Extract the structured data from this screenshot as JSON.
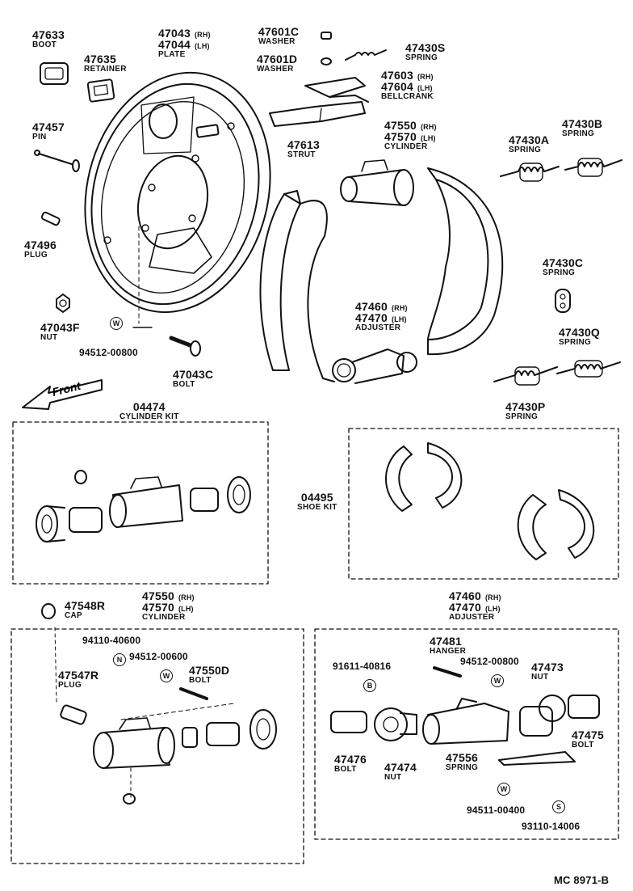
{
  "parts": [
    {
      "key": "boot",
      "lines": [
        {
          "pn": "47633"
        }
      ],
      "name": "BOOT"
    },
    {
      "key": "retainer",
      "lines": [
        {
          "pn": "47635"
        }
      ],
      "name": "RETAINER"
    },
    {
      "key": "plate",
      "lines": [
        {
          "pn": "47043",
          "side": "(RH)"
        },
        {
          "pn": "47044",
          "side": "(LH)"
        }
      ],
      "name": "PLATE"
    },
    {
      "key": "washer-c",
      "lines": [
        {
          "pn": "47601C"
        }
      ],
      "name": "WASHER"
    },
    {
      "key": "spring-s",
      "lines": [
        {
          "pn": "47430S"
        }
      ],
      "name": "SPRING"
    },
    {
      "key": "washer-d",
      "lines": [
        {
          "pn": "47601D"
        }
      ],
      "name": "WASHER"
    },
    {
      "key": "bellcrank",
      "lines": [
        {
          "pn": "47603",
          "side": "(RH)"
        },
        {
          "pn": "47604",
          "side": "(LH)"
        }
      ],
      "name": "BELLCRANK"
    },
    {
      "key": "pin",
      "lines": [
        {
          "pn": "47457"
        }
      ],
      "name": "PIN"
    },
    {
      "key": "strut",
      "lines": [
        {
          "pn": "47613"
        }
      ],
      "name": "STRUT"
    },
    {
      "key": "cylinder-top",
      "lines": [
        {
          "pn": "47550",
          "side": "(RH)"
        },
        {
          "pn": "47570",
          "side": "(LH)"
        }
      ],
      "name": "CYLINDER"
    },
    {
      "key": "spring-a",
      "lines": [
        {
          "pn": "47430A"
        }
      ],
      "name": "SPRING"
    },
    {
      "key": "spring-b",
      "lines": [
        {
          "pn": "47430B"
        }
      ],
      "name": "SPRING"
    },
    {
      "key": "plug-top",
      "lines": [
        {
          "pn": "47496"
        }
      ],
      "name": "PLUG"
    },
    {
      "key": "spring-c",
      "lines": [
        {
          "pn": "47430C"
        }
      ],
      "name": "SPRING"
    },
    {
      "key": "adjuster-top",
      "lines": [
        {
          "pn": "47460",
          "side": "(RH)"
        },
        {
          "pn": "47470",
          "side": "(LH)"
        }
      ],
      "name": "ADJUSTER"
    },
    {
      "key": "nut-f",
      "lines": [
        {
          "pn": "47043F"
        }
      ],
      "name": "NUT"
    },
    {
      "key": "spring-q",
      "lines": [
        {
          "pn": "47430Q"
        }
      ],
      "name": "SPRING"
    },
    {
      "key": "bolt-c",
      "lines": [
        {
          "pn": "47043C"
        }
      ],
      "name": "BOLT"
    },
    {
      "key": "spring-p",
      "lines": [
        {
          "pn": "47430P"
        }
      ],
      "name": "SPRING"
    },
    {
      "key": "cyl-kit",
      "lines": [
        {
          "pn": "04474"
        }
      ],
      "name": "CYLINDER KIT"
    },
    {
      "key": "shoe-kit",
      "lines": [
        {
          "pn": "04495"
        }
      ],
      "name": "SHOE KIT"
    },
    {
      "key": "cap",
      "lines": [
        {
          "pn": "47548R"
        }
      ],
      "name": "CAP"
    },
    {
      "key": "cylinder-bottom",
      "lines": [
        {
          "pn": "47550",
          "side": "(RH)"
        },
        {
          "pn": "47570",
          "side": "(LH)"
        }
      ],
      "name": "CYLINDER"
    },
    {
      "key": "plug-r",
      "lines": [
        {
          "pn": "47547R"
        }
      ],
      "name": "PLUG"
    },
    {
      "key": "bolt-d",
      "lines": [
        {
          "pn": "47550D"
        }
      ],
      "name": "BOLT"
    },
    {
      "key": "adjuster-bottom",
      "lines": [
        {
          "pn": "47460",
          "side": "(RH)"
        },
        {
          "pn": "47470",
          "side": "(LH)"
        }
      ],
      "name": "ADJUSTER"
    },
    {
      "key": "hanger",
      "lines": [
        {
          "pn": "47481"
        }
      ],
      "name": "HANGER"
    },
    {
      "key": "nut-473",
      "lines": [
        {
          "pn": "47473"
        }
      ],
      "name": "NUT"
    },
    {
      "key": "bolt-476",
      "lines": [
        {
          "pn": "47476"
        }
      ],
      "name": "BOLT"
    },
    {
      "key": "nut-474",
      "lines": [
        {
          "pn": "47474"
        }
      ],
      "name": "NUT"
    },
    {
      "key": "spring-556",
      "lines": [
        {
          "pn": "47556"
        }
      ],
      "name": "SPRING"
    },
    {
      "key": "bolt-475",
      "lines": [
        {
          "pn": "47475"
        }
      ],
      "name": "BOLT"
    }
  ],
  "std_parts": [
    {
      "key": "std-94512-a",
      "text": "94512-00800",
      "symbol": "W"
    },
    {
      "key": "std-94110",
      "text": "94110-40600",
      "symbol": "N"
    },
    {
      "key": "std-94512-b",
      "text": "94512-00600",
      "symbol": "W"
    },
    {
      "key": "std-91611",
      "text": "91611-40816",
      "symbol": "B"
    },
    {
      "key": "std-94512-c",
      "text": "94512-00800",
      "symbol": "W"
    },
    {
      "key": "std-94511",
      "text": "94511-00400",
      "symbol": "W"
    },
    {
      "key": "std-93110",
      "text": "93110-14006",
      "symbol": "S"
    }
  ],
  "front_label": "Front",
  "diagram_code": "MC 8971-B"
}
